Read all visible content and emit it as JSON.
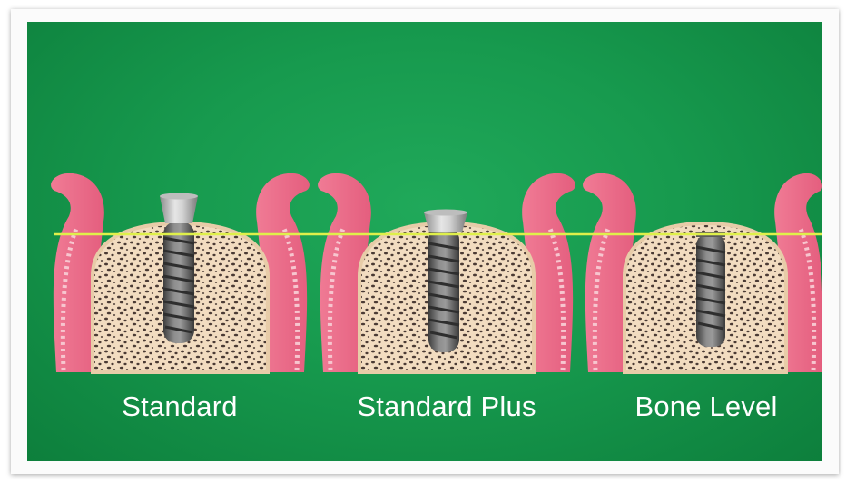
{
  "labels": {
    "standard": "Standard",
    "standard_plus": "Standard Plus",
    "bone_level": "Bone Level"
  },
  "colors": {
    "background": "#179a4e",
    "gum": "#ec6d8a",
    "bone": "#f2dcc0",
    "reference_line": "#dff04a",
    "implant": "#6b6b6b"
  }
}
